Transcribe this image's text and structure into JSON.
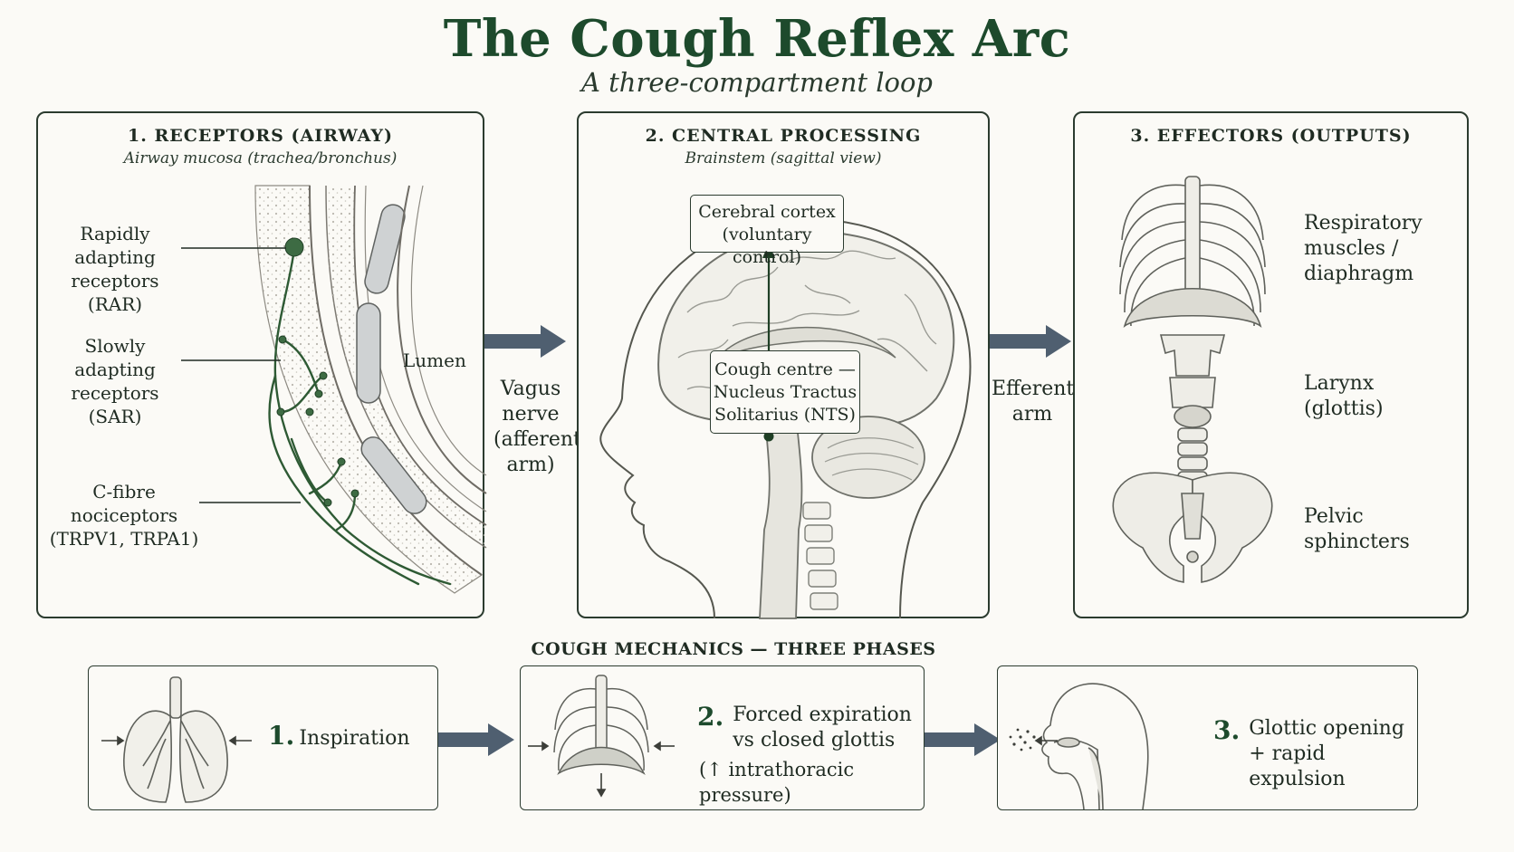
{
  "header": {
    "title": "The Cough Reflex Arc",
    "subtitle": "A three-compartment loop"
  },
  "panels": {
    "receptors": {
      "title": "1. RECEPTORS (AIRWAY)",
      "subtitle": "Airway mucosa (trachea/bronchus)",
      "labels": {
        "rar": "Rapidly adapting receptors (RAR)",
        "sar": "Slowly adapting receptors (SAR)",
        "cfibre": "C-fibre nociceptors (TRPV1, TRPA1)",
        "lumen": "Lumen"
      }
    },
    "central": {
      "title": "2. CENTRAL PROCESSING",
      "subtitle": "Brainstem (sagittal view)",
      "cortex": "Cerebral cortex (voluntary control)",
      "nts": "Cough centre — Nucleus Tractus Solitarius (NTS)"
    },
    "effectors": {
      "title": "3. EFFECTORS (OUTPUTS)",
      "items": [
        "Respiratory muscles / diaphragm",
        "Larynx (glottis)",
        "Pelvic sphincters"
      ]
    }
  },
  "arrows": {
    "afferent": "Vagus nerve (afferent arm)",
    "efferent": "Efferent arm"
  },
  "mechanics": {
    "title": "COUGH MECHANICS — THREE PHASES",
    "phases": [
      {
        "num": "1.",
        "text": "Inspiration",
        "note": ""
      },
      {
        "num": "2.",
        "text": "Forced expiration vs closed glottis",
        "note": "(↑ intrathoracic pressure)"
      },
      {
        "num": "3.",
        "text": "Glottic opening + rapid expulsion",
        "note": ""
      }
    ]
  },
  "colors": {
    "accent": "#1d4a2c",
    "nerve": "#2e5a34",
    "arrow": "#4f5f70",
    "border": "#2b3b2f"
  }
}
